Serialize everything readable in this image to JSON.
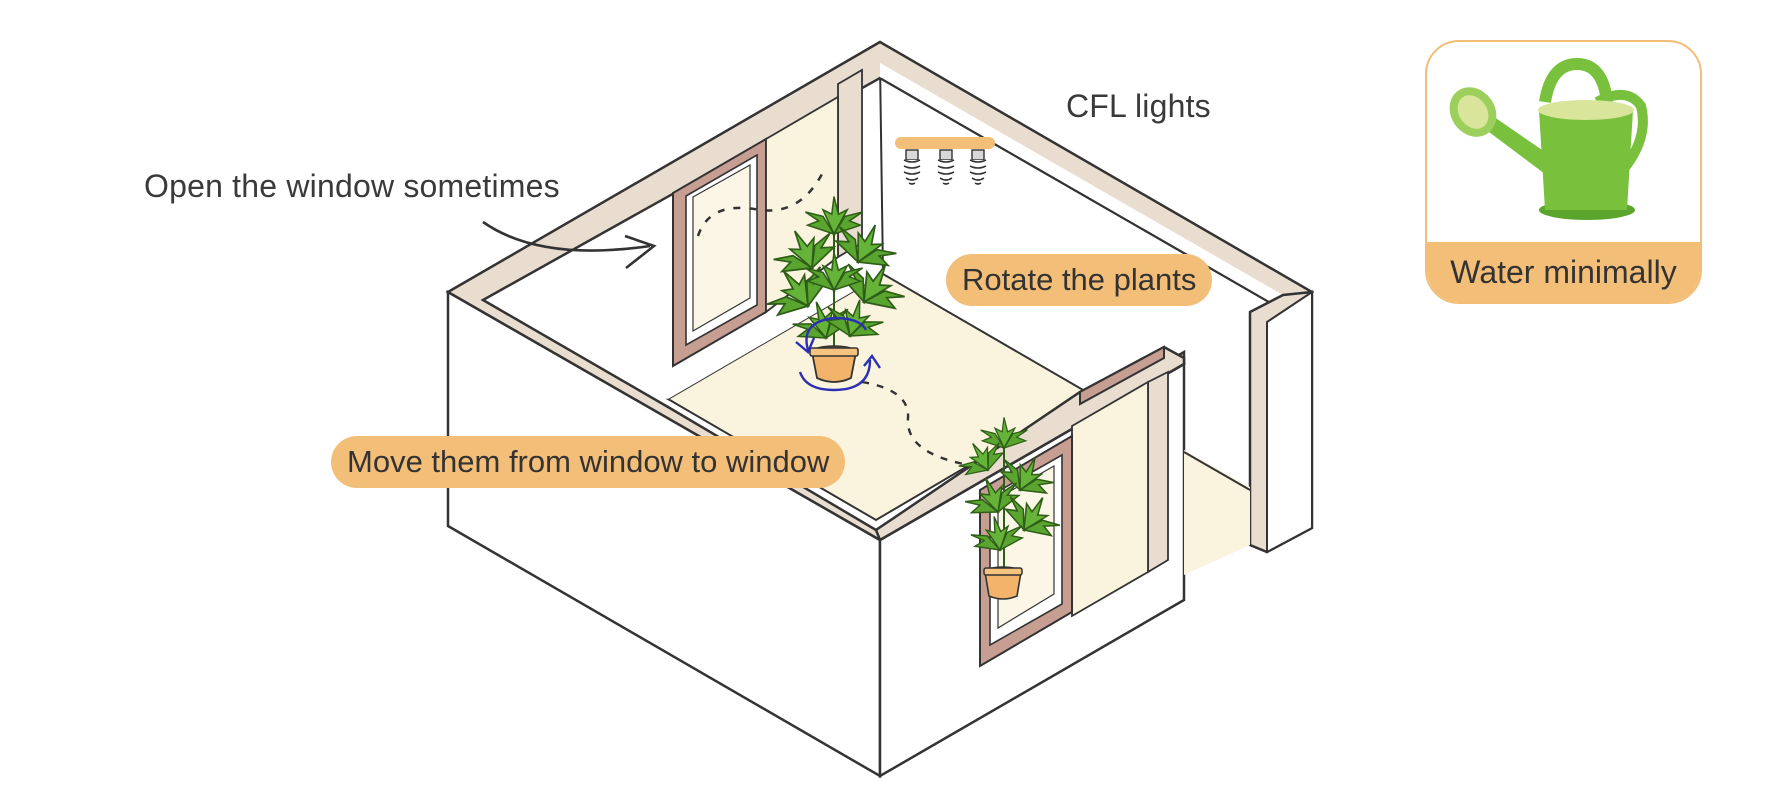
{
  "labels": {
    "open_window": "Open the window sometimes",
    "cfl_lights": "CFL lights",
    "rotate_plants": "Rotate the plants",
    "move_plants": "Move them from window to window",
    "water": "Water minimally"
  },
  "icons": {
    "watering_can": "watering-can-icon",
    "plant": "potted-plant-icon",
    "bulb": "cfl-bulb-icon",
    "rotate": "rotate-arrows-icon"
  },
  "colors": {
    "accent": "#f3bf78",
    "wall_trim": "#e9ddd0",
    "floor": "#faf3dd",
    "window_frame": "#c79e92",
    "outline": "#333333",
    "leaf": "#66b33a",
    "pot": "#f2b46a",
    "rotate_arrow": "#2b2fb3",
    "can_green": "#79c13c"
  }
}
